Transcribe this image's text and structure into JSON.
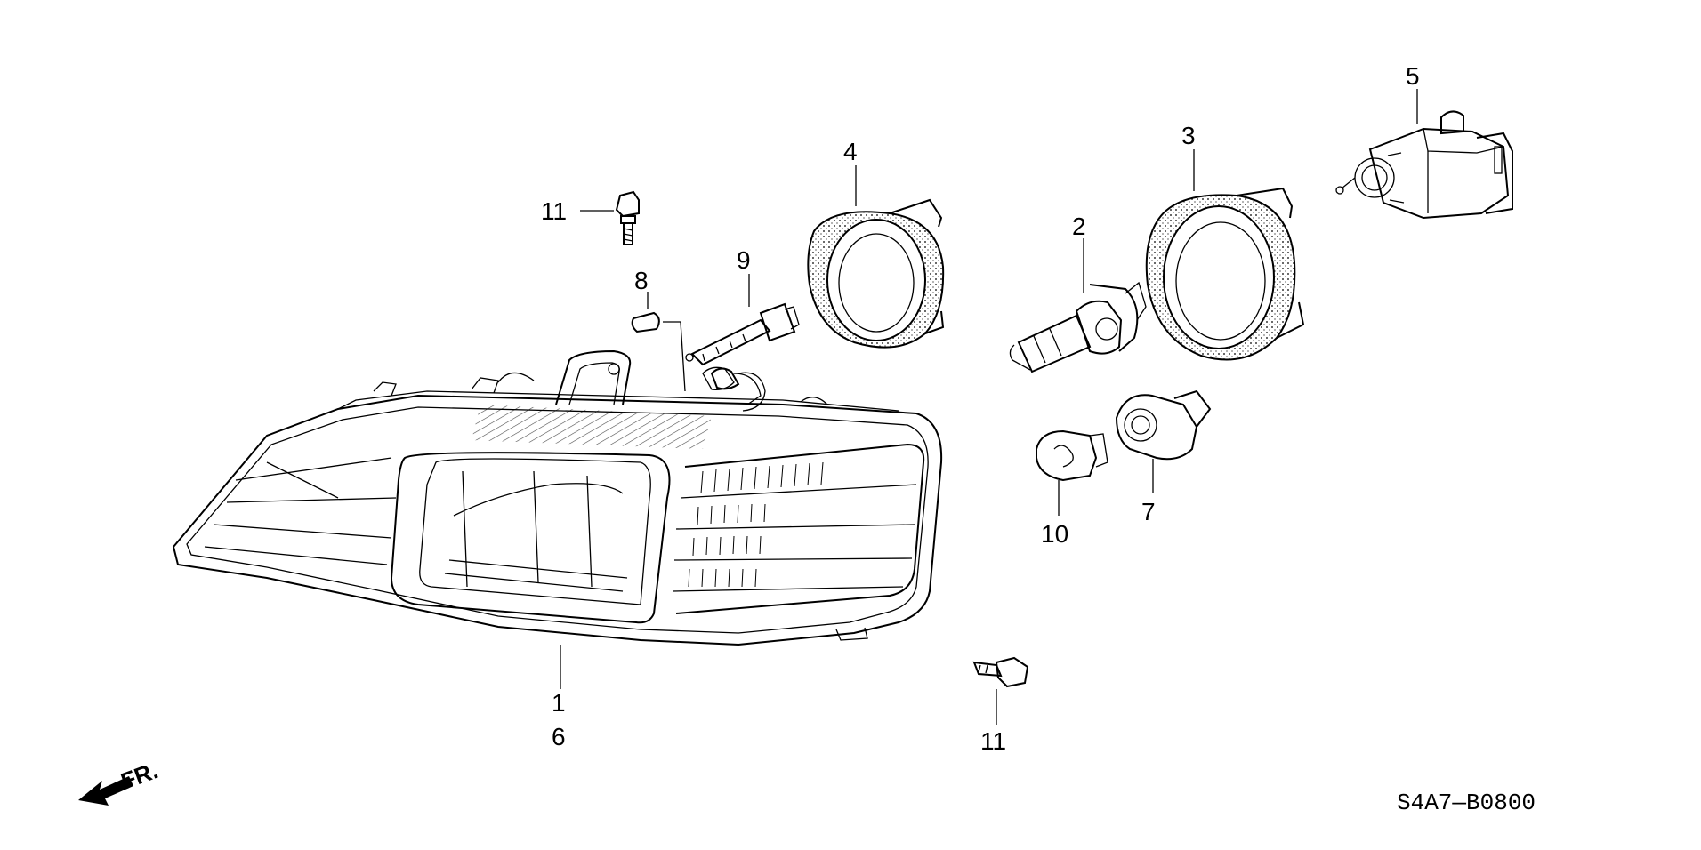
{
  "diagram": {
    "code": "S4A7—B0800",
    "direction_label": "FR.",
    "callouts": {
      "c1": "1",
      "c2": "2",
      "c3": "3",
      "c4": "4",
      "c5": "5",
      "c6": "6",
      "c7": "7",
      "c8": "8",
      "c9": "9",
      "c10": "10",
      "c11a": "11",
      "c11b": "11"
    }
  }
}
